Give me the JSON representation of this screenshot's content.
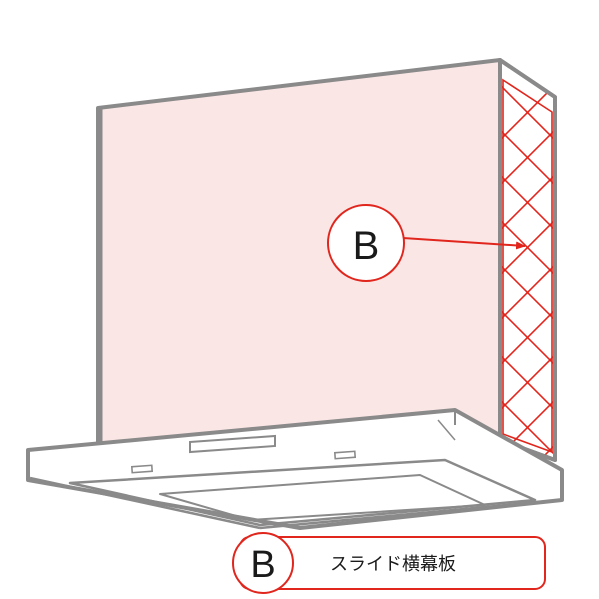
{
  "diagram": {
    "callout_letter": "B",
    "legend": {
      "letter": "B",
      "label": "スライド横幕板"
    }
  },
  "colors": {
    "panel_fill": "#fbe6e6",
    "outline": "#8a8a8a",
    "accent_red": "#e0261d",
    "hood_fill": "#ffffff"
  }
}
